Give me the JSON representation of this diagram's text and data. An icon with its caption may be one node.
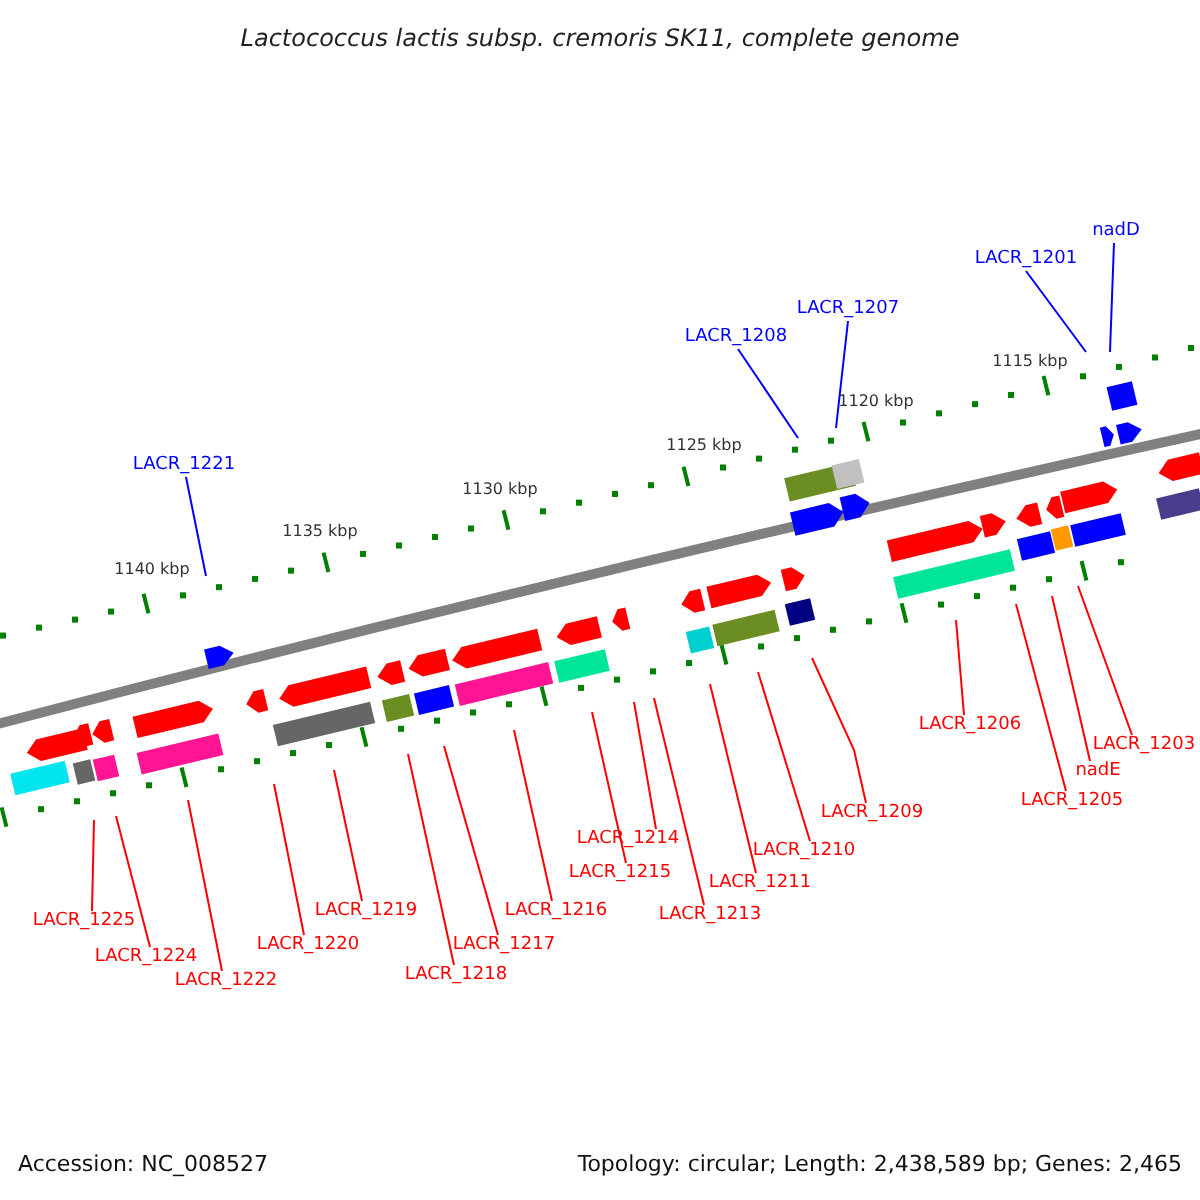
{
  "diagram": {
    "title": "Lactococcus lactis subsp. cremoris SK11, complete genome",
    "nodes": [
      {
        "text": [
          "LACR_1221"
        ]
      },
      {
        "text": [
          "LACR_1208"
        ]
      },
      {
        "text": [
          "LACR_1207"
        ]
      },
      {
        "text": [
          "LACR_1201"
        ]
      },
      {
        "text": [
          "nadD"
        ]
      },
      {
        "text": [
          "LACR_1225"
        ]
      },
      {
        "text": [
          "LACR_1224"
        ]
      },
      {
        "text": [
          "LACR_1222"
        ]
      },
      {
        "text": [
          "LACR_1220"
        ]
      },
      {
        "text": [
          "LACR_1219"
        ]
      },
      {
        "text": [
          "LACR_1218"
        ]
      },
      {
        "text": [
          "LACR_1217"
        ]
      },
      {
        "text": [
          "LACR_1216"
        ]
      },
      {
        "text": [
          "LACR_1215"
        ]
      },
      {
        "text": [
          "LACR_1214"
        ]
      },
      {
        "text": [
          "LACR_1213"
        ]
      },
      {
        "text": [
          "LACR_1211"
        ]
      },
      {
        "text": [
          "LACR_1210"
        ]
      },
      {
        "text": [
          "LACR_1209"
        ]
      },
      {
        "text": [
          "LACR_1206"
        ]
      },
      {
        "text": [
          "LACR_1205"
        ]
      },
      {
        "text": [
          "nadE"
        ]
      },
      {
        "text": [
          "LACR_1203"
        ]
      }
    ],
    "edges": [
      {
        "from": 0,
        "to": null,
        "arrow": "none",
        "color": "#0000ff"
      },
      {
        "from": 1,
        "to": null,
        "arrow": "none",
        "color": "#0000ff"
      },
      {
        "from": 2,
        "to": null,
        "arrow": "none",
        "color": "#0000ff"
      },
      {
        "from": 3,
        "to": null,
        "arrow": "none",
        "color": "#0000ff"
      },
      {
        "from": 4,
        "to": null,
        "arrow": "none",
        "color": "#0000ff"
      },
      {
        "from": 5,
        "to": null,
        "arrow": "none"
      },
      {
        "from": 6,
        "to": null,
        "arrow": "none"
      },
      {
        "from": 7,
        "to": null,
        "arrow": "none"
      },
      {
        "from": 8,
        "to": null,
        "arrow": "none"
      },
      {
        "from": 9,
        "to": null,
        "arrow": "none"
      },
      {
        "from": 10,
        "to": null,
        "arrow": "none"
      },
      {
        "from": 11,
        "to": null,
        "arrow": "none"
      },
      {
        "from": 12,
        "to": null,
        "arrow": "none"
      },
      {
        "from": 13,
        "to": null,
        "arrow": "none"
      },
      {
        "from": 14,
        "to": null,
        "arrow": "none"
      },
      {
        "from": 15,
        "to": null,
        "arrow": "none"
      },
      {
        "from": 16,
        "to": null,
        "arrow": "none"
      },
      {
        "from": 17,
        "to": null,
        "arrow": "none"
      },
      {
        "from": 18,
        "to": null,
        "arrow": "none"
      },
      {
        "from": 19,
        "to": null,
        "arrow": "none"
      },
      {
        "from": 20,
        "to": null,
        "arrow": "none"
      },
      {
        "from": 21,
        "to": null,
        "arrow": "none"
      },
      {
        "from": 22,
        "to": null,
        "arrow": "none"
      }
    ],
    "labels": [
      "1115 kbp",
      "1120 kbp",
      "1125 kbp",
      "1130 kbp",
      "1135 kbp",
      "1140 kbp",
      "Accession: NC_008527",
      "Topology: circular; Length: 2,438,589 bp; Genes: 2,465"
    ]
  }
}
